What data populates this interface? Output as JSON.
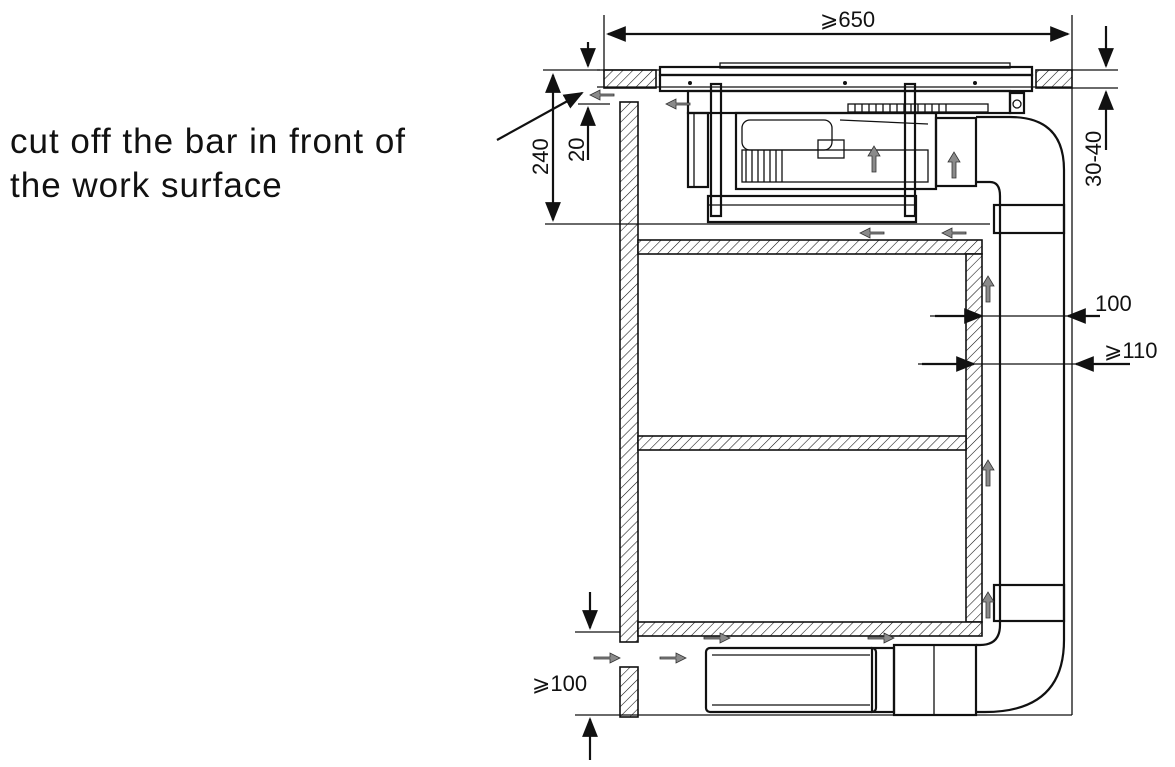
{
  "annotation": {
    "line1": "cut off the bar in front of",
    "line2": "the work surface"
  },
  "dimensions": {
    "width_top": "⩾650",
    "height_240": "240",
    "gap_20": "20",
    "worktop_30_40": "30-40",
    "dim_100": "100",
    "dim_110": "⩾110",
    "plinth_100": "⩾100"
  }
}
